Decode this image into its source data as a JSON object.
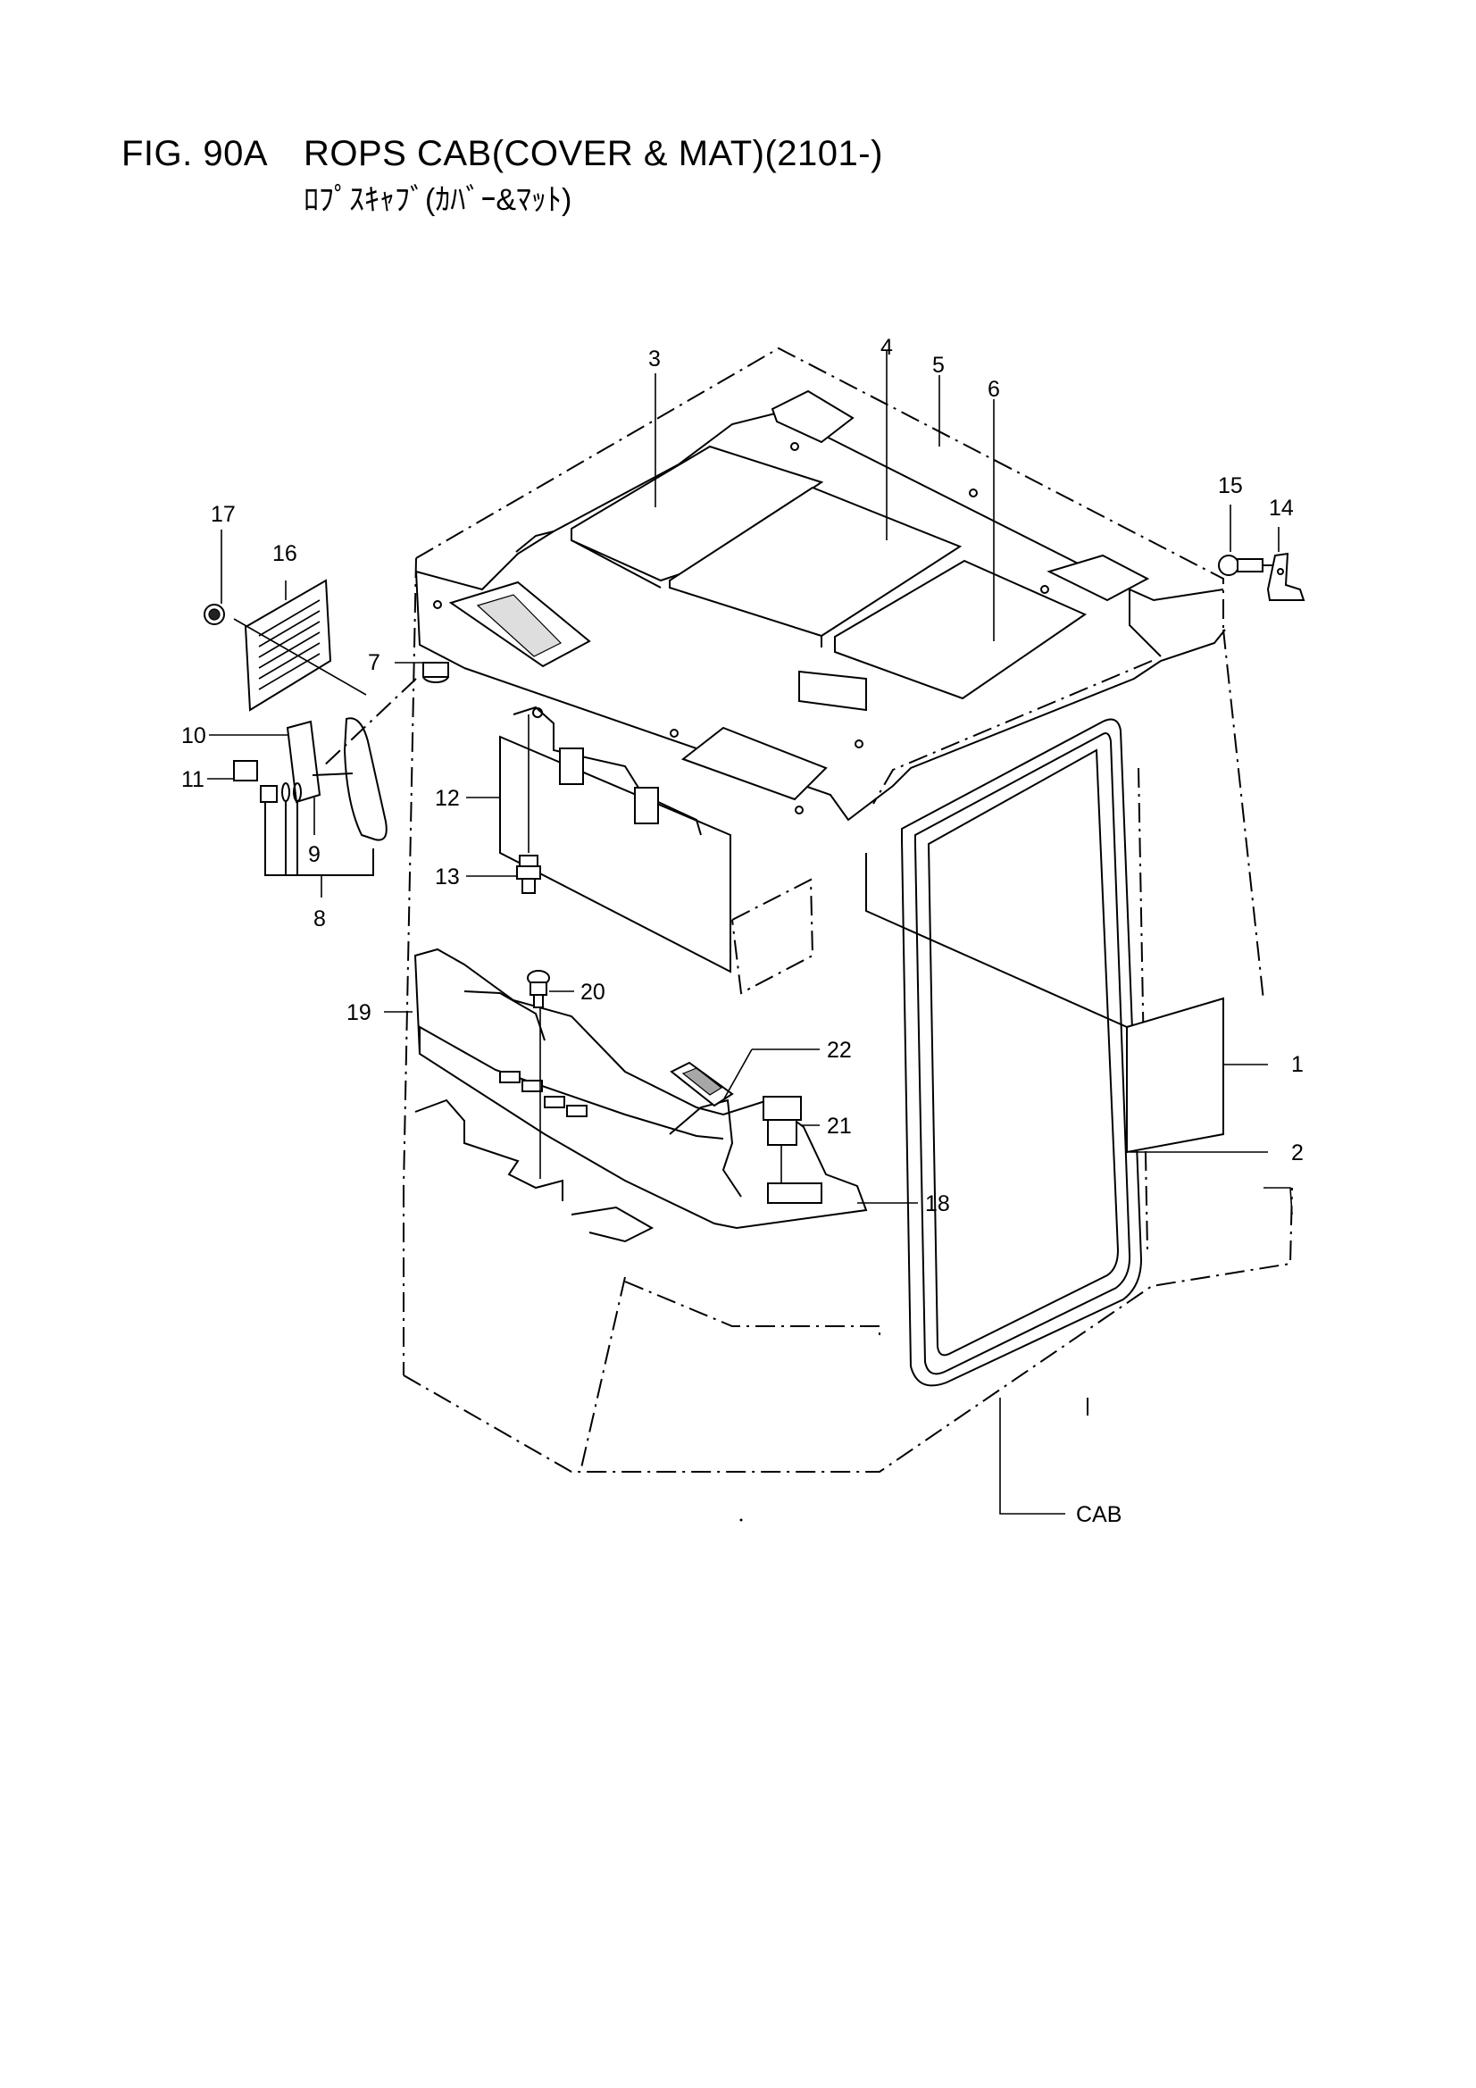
{
  "header": {
    "figure": "FIG. 90A",
    "caption": "ROPS CAB(COVER & MAT)(2101-)",
    "subtitle": "ﾛﾌﾟｽｷｬﾌﾞ(ｶﾊﾞｰ&ﾏｯﾄ)"
  },
  "diagram": {
    "callouts": [
      "1",
      "2",
      "3",
      "4",
      "5",
      "6",
      "7",
      "8",
      "9",
      "10",
      "11",
      "12",
      "13",
      "14",
      "15",
      "16",
      "17",
      "18",
      "19",
      "20",
      "21",
      "22"
    ],
    "assembly_label": "CAB"
  }
}
